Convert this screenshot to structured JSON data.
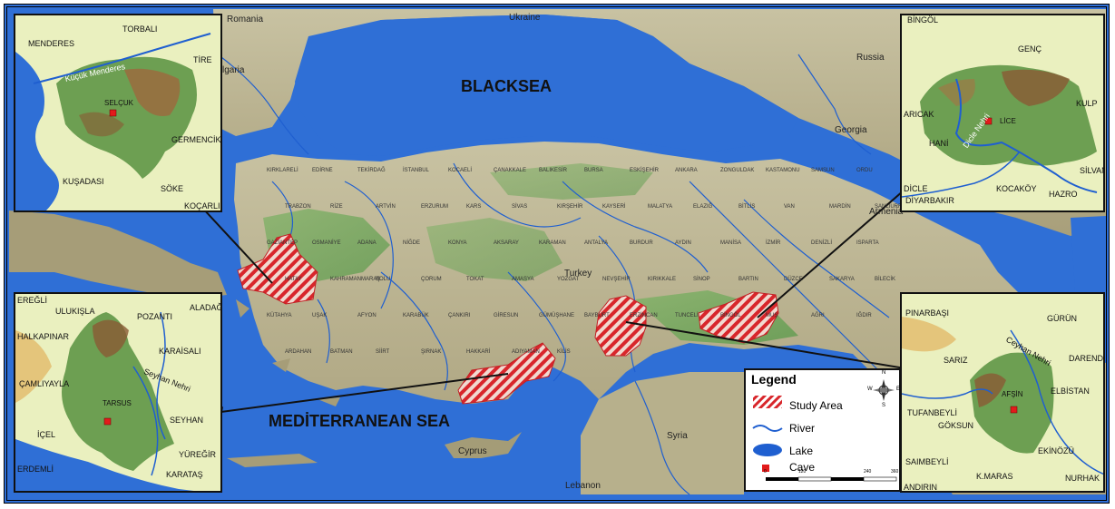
{
  "seas": {
    "black_sea": "BLACKSEA",
    "mediterranean": "MEDİTERRANEAN SEA"
  },
  "countries": {
    "romania": "Romania",
    "ukraine": "Ukraine",
    "russia": "Russia",
    "georgia": "Georgia",
    "armenia": "Armenia",
    "turkey": "Turkey",
    "syria": "Syria",
    "cyprus": "Cyprus",
    "lebanon": "Lebanon",
    "bulgaria": "lgaria"
  },
  "turkey_cities": [
    "KIRKLARELİ",
    "EDİRNE",
    "TEKİRDAĞ",
    "İSTANBUL",
    "KOCAELİ",
    "ÇANAKKALE",
    "BALIKESİR",
    "BURSA",
    "ESKİŞEHİR",
    "ANKARA",
    "ZONGULDAK",
    "KASTAMONU",
    "SAMSUN",
    "ORDU",
    "TRABZON",
    "RİZE",
    "ARTVİN",
    "ERZURUM",
    "KARS",
    "SİVAS",
    "KIRŞEHİR",
    "KAYSERİ",
    "MALATYA",
    "ELAZIĞ",
    "BİTLİS",
    "VAN",
    "MARDİN",
    "ŞANLIURFA",
    "GAZİANTEP",
    "OSMANİYE",
    "ADANA",
    "NİĞDE",
    "KONYA",
    "AKSARAY",
    "KARAMAN",
    "ANTALYA",
    "BURDUR",
    "AYDIN",
    "MANİSA",
    "İZMİR",
    "DENİZLİ",
    "ISPARTA",
    "HATAY",
    "KAHRAMANMARAŞ",
    "BOLU",
    "ÇORUM",
    "TOKAT",
    "AMASYA",
    "YOZGAT",
    "NEVŞEHİR",
    "KIRIKKALE",
    "SİNOP",
    "BARTIN",
    "DÜZCE",
    "SAKARYA",
    "BİLECİK",
    "KÜTAHYA",
    "UŞAK",
    "AFYON",
    "KARABÜK",
    "ÇANKIRI",
    "GİRESUN",
    "GÜMÜŞHANE",
    "BAYBURT",
    "ERZİNCAN",
    "TUNCELİ",
    "BİNGÖL",
    "MUŞ",
    "AĞRI",
    "IĞDIR",
    "ARDAHAN",
    "BATMAN",
    "SİİRT",
    "ŞIRNAK",
    "HAKKARİ",
    "ADIYAMAN",
    "KİLİS"
  ],
  "insets": {
    "selcuk": {
      "labels": [
        "MENDERES",
        "TORBALI",
        "TİRE",
        "Küçük Menderes",
        "SELÇUK",
        "GERMENCİK",
        "KUŞADASI",
        "SÖKE",
        "KOÇARLI"
      ]
    },
    "lice": {
      "labels": [
        "BİNGÖL",
        "GENÇ",
        "KULP",
        "ARICAK",
        "LİCE",
        "HANİ",
        "Dicle Nehri",
        "DİCLE",
        "DİYARBAKIR",
        "KOCAKÖY",
        "HAZRO",
        "SİLVAN"
      ]
    },
    "tarsus": {
      "labels": [
        "EREĞLİ",
        "ULUKIŞLA",
        "POZANTI",
        "ALADAĞ",
        "HALKAPINAR",
        "KARAİSALI",
        "ÇAMLIYAYLA",
        "Seyhan Nehri",
        "TARSUS",
        "SEYHAN",
        "İÇEL",
        "ERDEMLİ",
        "YÜREĞİR",
        "KARATAŞ"
      ]
    },
    "afsin": {
      "labels": [
        "PINARBAŞI",
        "GÜRÜN",
        "SARIZ",
        "Ceyhan Nehri",
        "DARENDE",
        "AFŞİN",
        "ELBİSTAN",
        "TUFANBEYLİ",
        "GÖKSUN",
        "EKİNÖZÜ",
        "SAIMBEYLİ",
        "K.MARAS",
        "NURHAK",
        "ANDIRIN"
      ]
    }
  },
  "legend": {
    "title": "Legend",
    "items": [
      "Study Area",
      "River",
      "Lake",
      "Cave"
    ],
    "scale_ticks": [
      "0",
      "120",
      "240",
      "360"
    ]
  },
  "compass": {
    "n": "N",
    "s": "S",
    "e": "E",
    "w": "W"
  },
  "colors": {
    "sea": "#2f6fd6",
    "land": "#b9b48f",
    "lowland": "#6fa85a",
    "study_area": "#d8262b",
    "river": "#1f5fd0",
    "cave": "#e21b1b"
  }
}
